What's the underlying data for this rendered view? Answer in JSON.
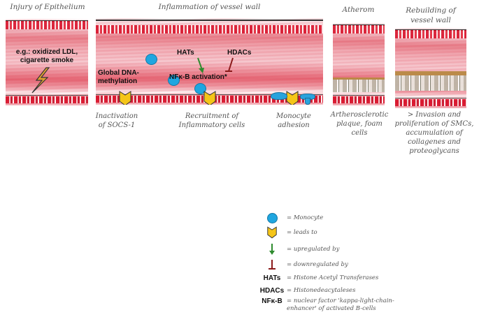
{
  "stages": [
    {
      "id": "injury",
      "title": "Injury of Epithelium",
      "inner_text": "e.g.: oxidized LDL, cigarette smoke",
      "caption": ""
    },
    {
      "id": "inflammation",
      "title": "Inflammation of vessel wall",
      "labels": {
        "hats": "HATs",
        "hdacs": "HDACs",
        "nfkb": "NFκ-B activation*",
        "dna": "Global DNA-\nmethylation"
      },
      "captions": [
        {
          "id": "socs",
          "text": "Inactivation\nof SOCS-1"
        },
        {
          "id": "recruit",
          "text": "Recruitment of\nInflammatory cells"
        },
        {
          "id": "adhesion",
          "text": "Monocyte\nadhesion"
        }
      ]
    },
    {
      "id": "atherom",
      "title": "Atherom",
      "caption": "Artherosclerotic\nplaque, foam\ncells"
    },
    {
      "id": "rebuilding",
      "title": "Rebuilding of\nvessel wall",
      "caption": "> Invasion and\nproliferation of SMCs,\naccumulation of\ncollagenes and\nproteoglycans"
    }
  ],
  "legend": [
    {
      "symbol": "monocyte-icon",
      "key": "",
      "text": "= Monocyte"
    },
    {
      "symbol": "chevron-icon",
      "key": "",
      "text": "= leads to"
    },
    {
      "symbol": "green-arrow-icon",
      "key": "",
      "text": "= upregulated by"
    },
    {
      "symbol": "inhibit-bar-icon",
      "key": "",
      "text": "= downregulated by"
    },
    {
      "symbol": "text",
      "key": "HATs",
      "text": "= Histone Acetyl Transferases"
    },
    {
      "symbol": "text",
      "key": "HDACs",
      "text": "= Histonedeacytaleses"
    },
    {
      "symbol": "text",
      "key": "NFκ-B",
      "text": "= nuclear factor 'kappa-light-chain-\nenhancer' of activated B-cells"
    }
  ],
  "colors": {
    "monocyte": "#1fa6e0",
    "chevron": "#f5c518",
    "up_arrow": "#2e8b2e",
    "down_bar": "#8b1a1a",
    "vessel_red": "#e23a4c"
  }
}
